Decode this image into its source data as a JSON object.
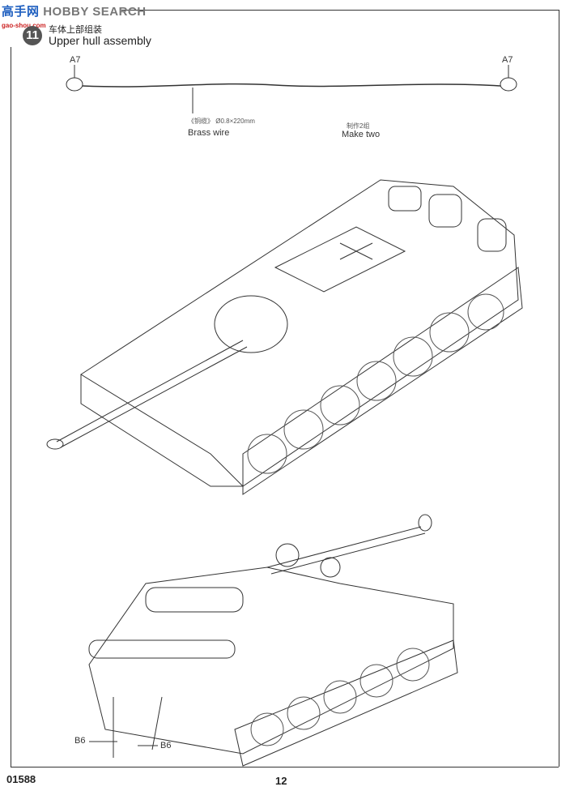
{
  "watermark": {
    "brand": "HOBBY SEARCH",
    "logo_text": "高手网",
    "site": "gao-shou.com"
  },
  "step": {
    "number": "11",
    "title_cn": "车体上部组装",
    "title_en": "Upper hull assembly"
  },
  "wire_callout": {
    "part_left": "A7",
    "part_right": "A7",
    "spec": "《铜缆》 Ø0.8×220mm",
    "label": "Brass wire",
    "make_cn": "制作2组",
    "make_en": "Make two"
  },
  "bottom_callouts": {
    "left": "B6",
    "right": "B6"
  },
  "footer": {
    "kit_number": "01588",
    "page_number": "12"
  }
}
